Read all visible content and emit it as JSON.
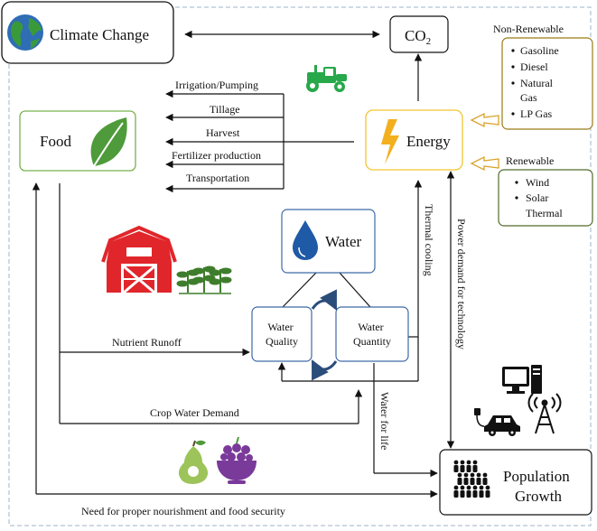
{
  "climate_change": "Climate Change",
  "co2": "CO",
  "co2_sub": "2",
  "food": "Food",
  "energy": "Energy",
  "water": "Water",
  "water_quality": [
    "Water",
    "Quality"
  ],
  "water_quantity": [
    "Water",
    "Quantity"
  ],
  "population_growth": [
    "Population",
    "Growth"
  ],
  "non_renewable": {
    "title": "Non-Renewable",
    "items": [
      "Gasoline",
      "Diesel",
      "Natural",
      "Gas",
      "LP Gas"
    ]
  },
  "renewable": {
    "title": "Renewable",
    "items": [
      "Wind",
      "Solar",
      "Thermal"
    ]
  },
  "energy_uses": [
    "Irrigation/Pumping",
    "Tillage",
    "Harvest",
    "Fertilizer production",
    "Transportation"
  ],
  "links": {
    "nutrient_runoff": "Nutrient Runoff",
    "crop_water_demand": "Crop Water Demand",
    "need_nourishment": "Need for proper nourishment and food security",
    "thermal_cooling": "Thermal cooling",
    "power_demand": "Power demand for technology",
    "water_for_life": "Water for life"
  },
  "colors": {
    "food_border": "#7ab24f",
    "energy_border": "#f2c631",
    "water_border": "#3e6aa6",
    "renewable_border": "#506b2a",
    "nonrenewable_border": "#9a7b14",
    "leaf": "#4f9a3a",
    "bolt": "#f2b01e",
    "drop": "#1f5aa6",
    "barn": "#e0262b",
    "tractor": "#27a84a",
    "grapes": "#7a3a9a",
    "pear": "#9cc45a",
    "globe_water": "#2f6db5",
    "globe_land": "#3a9a3a"
  },
  "icons": [
    "globe-icon",
    "leaf-icon",
    "bolt-icon",
    "drop-icon",
    "barn-icon",
    "seedlings-icon",
    "tractor-icon",
    "computer-icon",
    "car-charging-icon",
    "antenna-icon",
    "people-icon",
    "pear-icon",
    "fruit-bowl-icon",
    "cycle-arrows-icon"
  ]
}
